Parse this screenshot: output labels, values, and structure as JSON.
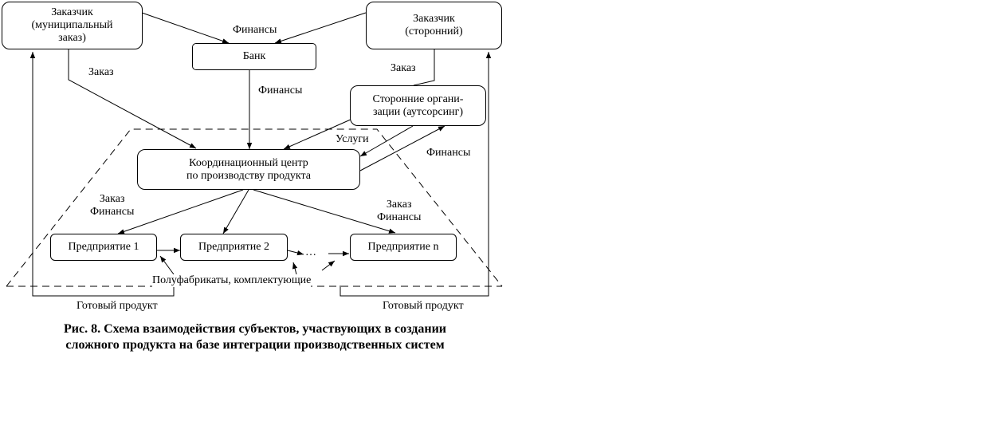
{
  "nodes": {
    "customer_municipal": "Заказчик\n(муниципальный\nзаказ)",
    "customer_external": "Заказчик\n(сторонний)",
    "bank": "Банк",
    "outsourcing": "Сторонние органи-\nзации (аутсорсинг)",
    "coordination_center": "Координационный центр\nпо производству продукта",
    "enterprise_1": "Предприятие 1",
    "enterprise_2": "Предприятие 2",
    "enterprise_n": "Предприятие n"
  },
  "labels": {
    "finance_top": "Финансы",
    "order_left": "Заказ",
    "finance_bank": "Финансы",
    "order_right": "Заказ",
    "services": "Услуги",
    "finance_outsourcing": "Финансы",
    "order_finance_left": "Заказ\nФинансы",
    "order_finance_right": "Заказ\nФинансы",
    "ellipsis": "…",
    "semi_products": "Полуфабрикаты, комплектующие",
    "finished_left": "Готовый продукт",
    "finished_right": "Готовый продукт"
  },
  "caption": "Рис. 8. Схема взаимодействия субъектов, участвующих в создании\nсложного продукта на базе интеграции производственных систем"
}
